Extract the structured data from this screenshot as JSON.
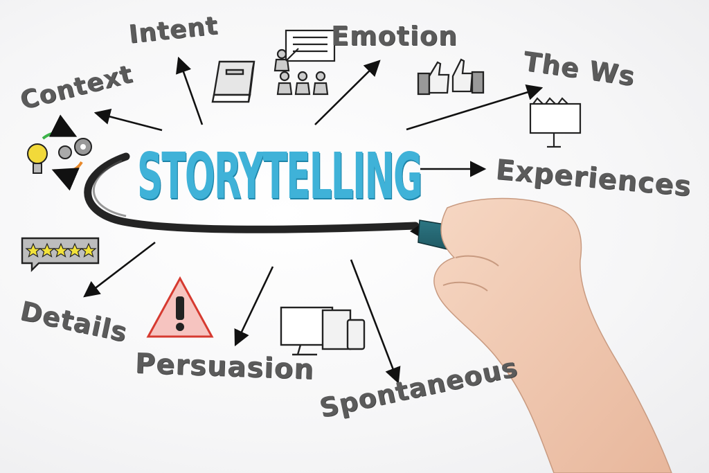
{
  "title": "STORYTELLING",
  "words": {
    "intent": "Intent",
    "emotion": "Emotion",
    "the_ws": "The Ws",
    "context": "Context",
    "experiences": "Experiences",
    "details": "Details",
    "persuasion": "Persuasion",
    "spontaneous": "Spontaneous"
  },
  "colors": {
    "title": "#3fb2d8",
    "words": "#5b5b5b",
    "marker": "#1f5d66",
    "warning": "#e0453a",
    "stars": "#f2e23a"
  },
  "icons": [
    "book-icon",
    "presentation-icon",
    "thumbs-up-icon",
    "signboard-icon",
    "lightbulb-gears-icon",
    "rating-stars-icon",
    "warning-icon",
    "devices-icon",
    "hand-with-marker"
  ]
}
